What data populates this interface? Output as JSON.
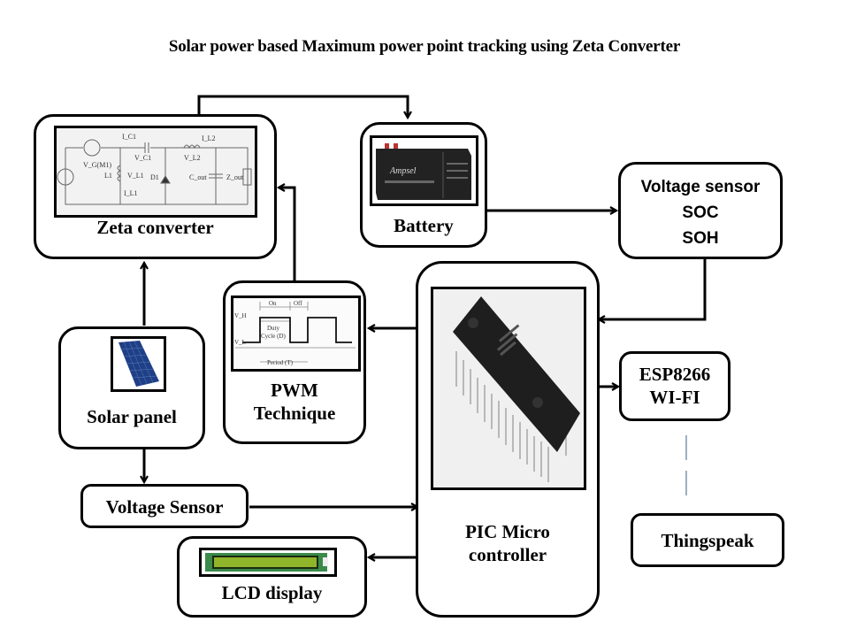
{
  "title": "Solar power based Maximum power point tracking using Zeta Converter",
  "blocks": {
    "zeta": {
      "label": "Zeta converter",
      "image": "zeta-converter-circuit-schematic",
      "schematic_labels": {
        "ic1": "I_C1",
        "vc1": "V_C1",
        "il2": "I_L2",
        "vl2": "V_L2",
        "vg": "V_G(M1)",
        "l1": "L1",
        "vl1": "V_L1",
        "il1": "I_L1",
        "d1": "D1",
        "cout": "C_out",
        "zout": "Z_out"
      }
    },
    "battery": {
      "label": "Battery",
      "image": "battery-photo",
      "brand": "Ampsel"
    },
    "voltage_sensor_top": {
      "lines": [
        "Voltage sensor",
        "SOC",
        "SOH"
      ]
    },
    "pwm": {
      "label_line1": "PWM",
      "label_line2": "Technique",
      "image": "pwm-waveform",
      "waveform_labels": {
        "on": "On",
        "off": "Off",
        "vh": "V_H",
        "vl": "V_L",
        "duty": "Duty",
        "duty2": "Cycle (D)",
        "period": "Period (T)"
      }
    },
    "pic": {
      "label_line1": "PIC Micro",
      "label_line2": "controller",
      "image": "pic-microcontroller-chip-photo"
    },
    "esp": {
      "label_line1": "ESP8266",
      "label_line2": "WI-FI"
    },
    "solar": {
      "label": "Solar panel",
      "image": "solar-panel-photo"
    },
    "voltage_sensor_bottom": {
      "label": "Voltage Sensor"
    },
    "lcd": {
      "label": "LCD display",
      "image": "lcd-module-photo"
    },
    "thingspeak": {
      "label": "Thingspeak"
    }
  },
  "connections": [
    {
      "from": "zeta",
      "to": "battery"
    },
    {
      "from": "battery",
      "to": "voltage_sensor_top"
    },
    {
      "from": "voltage_sensor_top",
      "to": "pic"
    },
    {
      "from": "pic",
      "to": "pwm"
    },
    {
      "from": "pwm",
      "to": "zeta"
    },
    {
      "from": "solar",
      "to": "zeta"
    },
    {
      "from": "solar",
      "to": "voltage_sensor_bottom"
    },
    {
      "from": "voltage_sensor_bottom",
      "to": "pic"
    },
    {
      "from": "pic",
      "to": "lcd"
    },
    {
      "from": "pic",
      "to": "esp"
    },
    {
      "from": "esp",
      "to": "thingspeak",
      "style": "dashed-wireless"
    }
  ],
  "colors": {
    "stroke": "#000000",
    "wireless_link": "#5a7a9a",
    "solar_cell": "#1f3f86",
    "lcd_screen": "#8fb52a",
    "chip": "#1e1e1e"
  }
}
